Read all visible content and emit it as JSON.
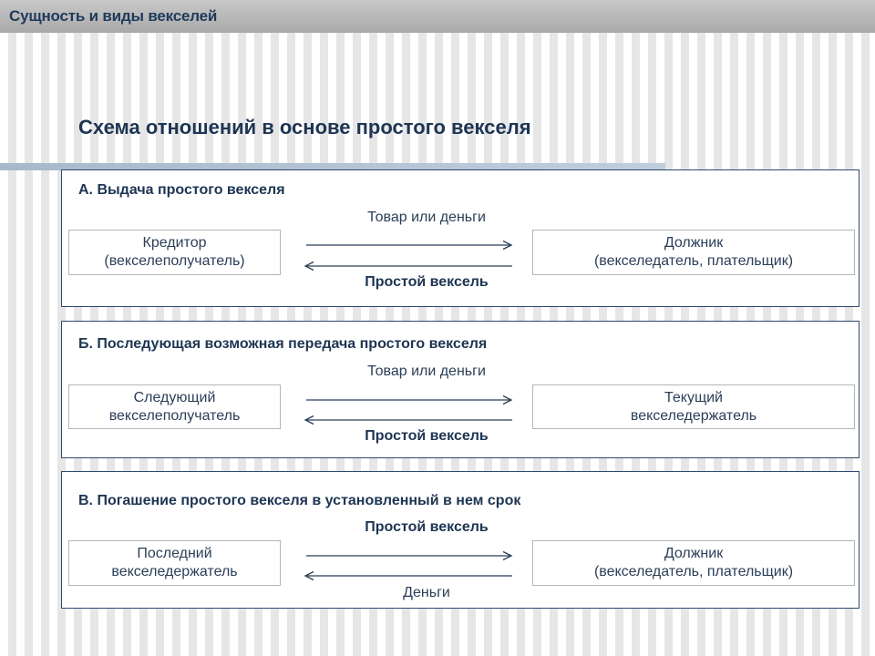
{
  "header": {
    "title": "Сущность и виды векселей"
  },
  "slide": {
    "title": "Схема отношений в основе простого векселя"
  },
  "panels": [
    {
      "heading": "А. Выдача простого векселя",
      "left_node": [
        "Кредитор",
        "(векселеполучатель)"
      ],
      "right_node": [
        "Должник",
        "(векселедатель, плательщик)"
      ],
      "top_label": "Товар или деньги",
      "bottom_label": "Простой вексель"
    },
    {
      "heading": "Б. Последующая возможная передача простого векселя",
      "left_node": [
        "Следующий",
        "векселеполучатель"
      ],
      "right_node": [
        "Текущий",
        "векселедержатель"
      ],
      "top_label": "Товар или деньги",
      "bottom_label": "Простой вексель"
    },
    {
      "heading": "В. Погашение простого векселя в установленный в нем срок",
      "left_node": [
        "Последний",
        "векселедержатель"
      ],
      "right_node": [
        "Должник",
        "(векселедатель, плательщик)"
      ],
      "top_label": "Простой вексель",
      "bottom_label": "Деньги"
    }
  ],
  "colors": {
    "accent": "#1e3553",
    "frame": "#2c4a6d",
    "node_border": "#b5b5b5"
  }
}
